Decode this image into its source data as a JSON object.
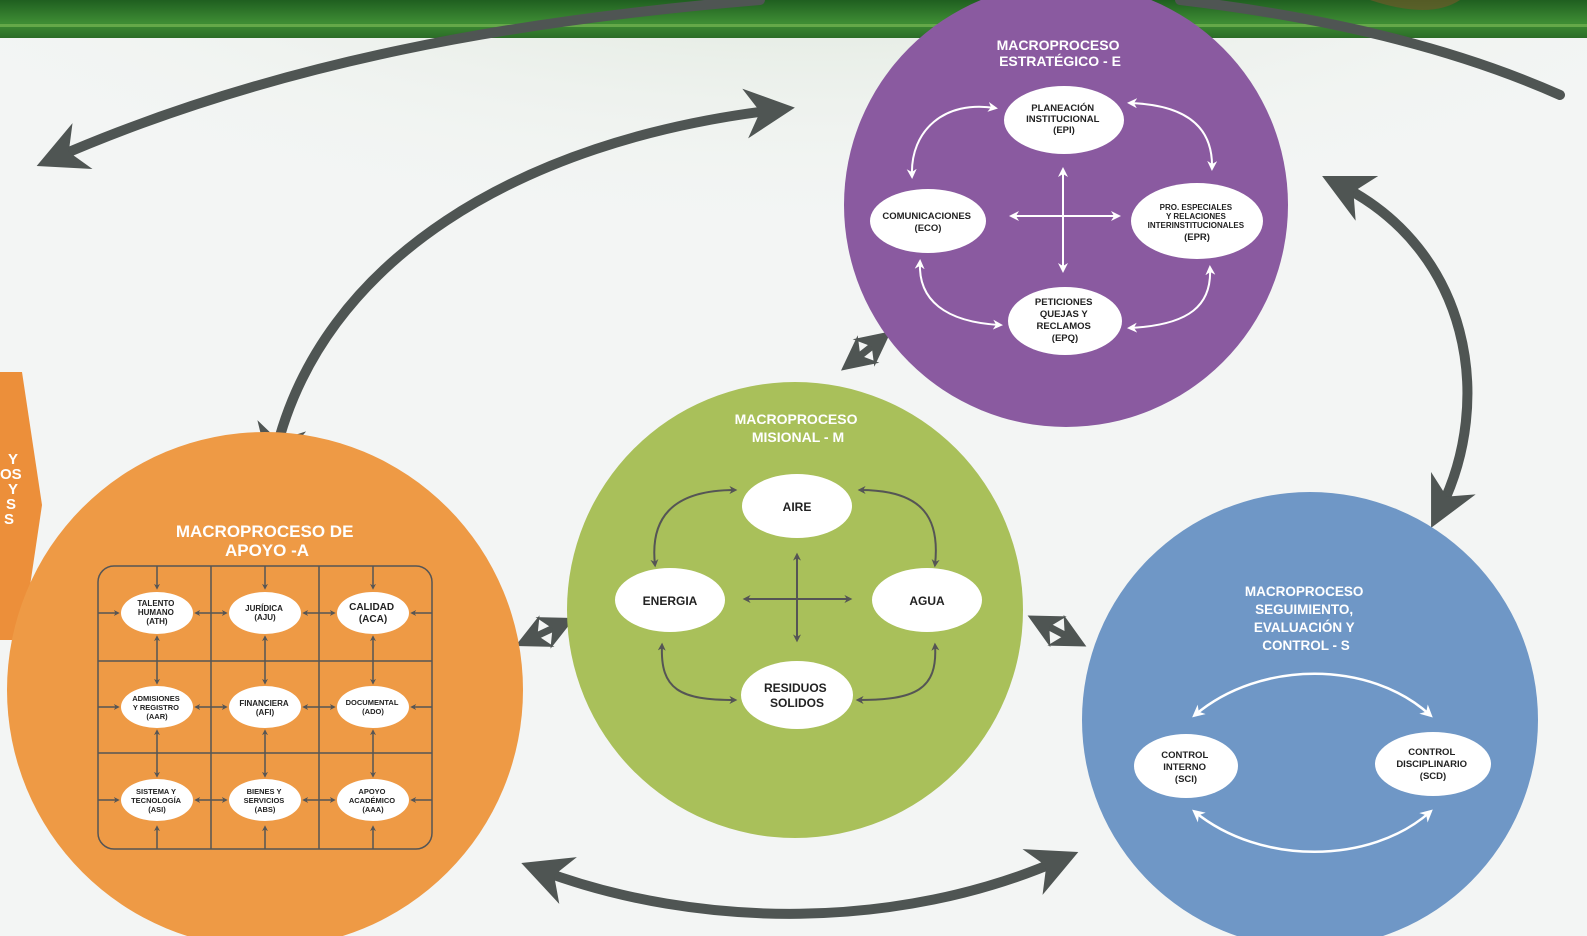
{
  "colors": {
    "purple": "#8a5aa0",
    "green": "#a9c05a",
    "orange": "#ee9a45",
    "blue": "#6f97c6",
    "arrow": "#4f5553",
    "banner": "#2f7a2c"
  },
  "side_label": {
    "lines": [
      "Y",
      "OS",
      "Y",
      "S",
      "S"
    ]
  },
  "estrategico": {
    "title": [
      "MACROPROCESO",
      "ESTRATÉGICO - E"
    ],
    "nodes": {
      "planeacion": [
        "PLANEACIÓN",
        "INSTITUCIONAL",
        "(EPI)"
      ],
      "comunicaciones": [
        "COMUNICACIONES",
        "(ECO)"
      ],
      "proyectos": [
        "PRO. ESPECIALES",
        "Y RELACIONES",
        "INTERINSTITUCIONALES",
        "(EPR)"
      ],
      "peticiones": [
        "PETICIONES",
        "QUEJAS Y",
        "RECLAMOS",
        "(EPQ)"
      ]
    }
  },
  "misional": {
    "title": [
      "MACROPROCESO",
      "MISIONAL - M"
    ],
    "nodes": {
      "aire": [
        "AIRE"
      ],
      "energia": [
        "ENERGIA"
      ],
      "agua": [
        "AGUA"
      ],
      "residuos": [
        "RESIDUOS",
        "SOLIDOS"
      ]
    }
  },
  "apoyo": {
    "title": [
      "MACROPROCESO DE",
      "APOYO -A"
    ],
    "nodes": {
      "talento": [
        "TALENTO",
        "HUMANO",
        "(ATH)"
      ],
      "juridica": [
        "JURÍDICA",
        "(AJU)"
      ],
      "calidad": [
        "CALIDAD",
        "(ACA)"
      ],
      "admisiones": [
        "ADMISIONES",
        "Y REGISTRO",
        "(AAR)"
      ],
      "financiera": [
        "FINANCIERA",
        "(AFI)"
      ],
      "documental": [
        "DOCUMENTAL",
        "(ADO)"
      ],
      "sistema": [
        "SISTEMA Y",
        "TECNOLOGÍA",
        "(ASI)"
      ],
      "bienes": [
        "BIENES Y",
        "SERVICIOS",
        "(ABS)"
      ],
      "academico": [
        "APOYO",
        "ACADÉMICO",
        "(AAA)"
      ]
    }
  },
  "seguimiento": {
    "title": [
      "MACROPROCESO",
      "SEGUIMIENTO,",
      "EVALUACIÓN Y",
      "CONTROL - S"
    ],
    "nodes": {
      "interno": [
        "CONTROL",
        "INTERNO",
        "(SCI)"
      ],
      "disciplinario": [
        "CONTROL",
        "DISCIPLINARIO",
        "(SCD)"
      ]
    }
  }
}
